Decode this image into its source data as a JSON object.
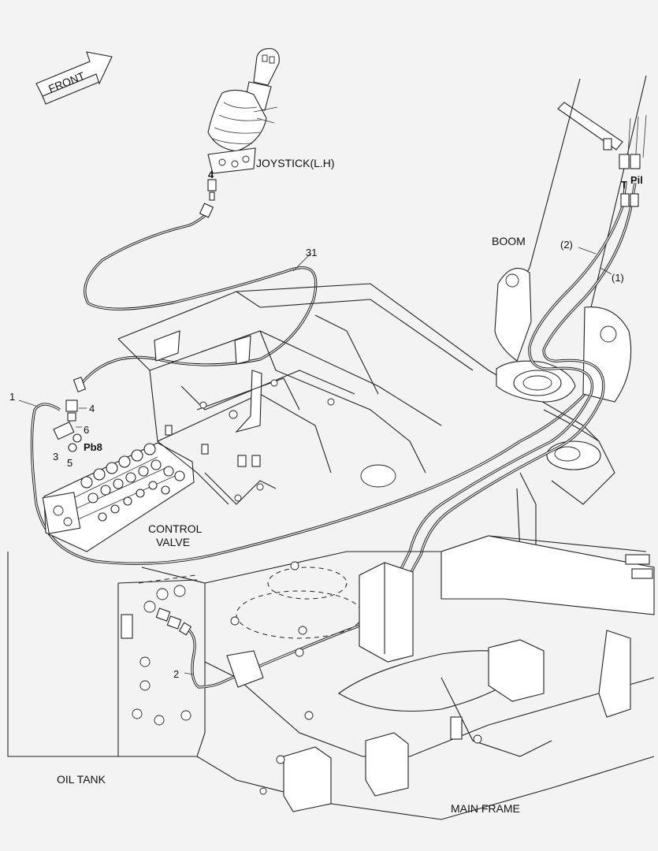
{
  "labels": {
    "front": "FRONT",
    "joystick": "JOYSTICK(L.H)",
    "boom": "BOOM",
    "control_valve_line1": "CONTROL",
    "control_valve_line2": "VALVE",
    "oil_tank": "OIL TANK",
    "main_frame": "MAIN FRAME",
    "port_t": "T",
    "port_pil": "Pil",
    "port_pb8": "Pb8"
  },
  "callouts": {
    "c1": "1",
    "c2": "2",
    "c3": "3",
    "c4_top": "4",
    "c4": "4",
    "c5": "5",
    "c6": "6",
    "c31": "31",
    "hose1": "(1)",
    "hose2": "(2)"
  }
}
